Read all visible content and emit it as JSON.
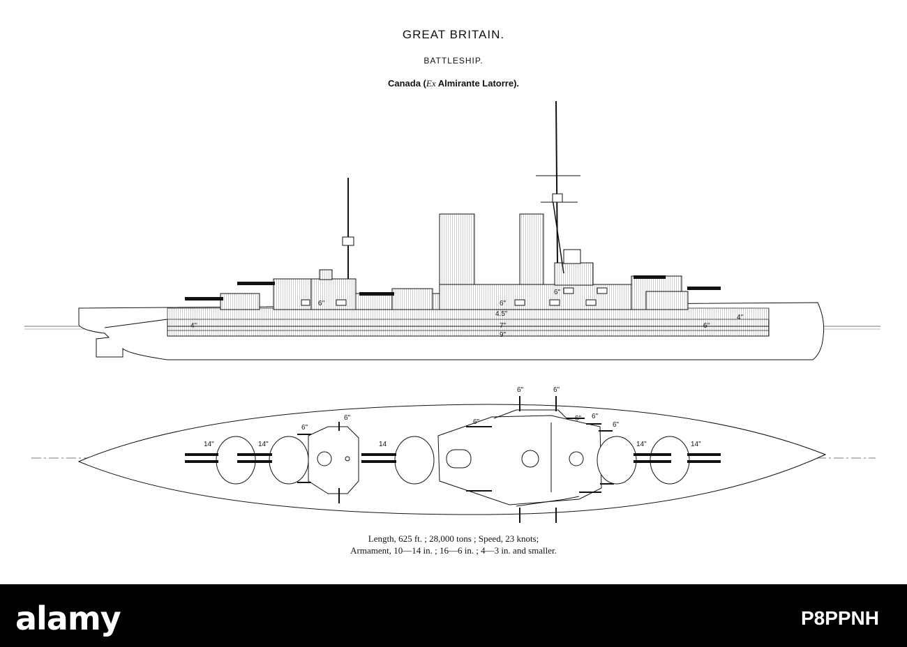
{
  "heading": {
    "country": "GREAT BRITAIN.",
    "ship_type": "BATTLESHIP.",
    "name_prefix": "Canada (",
    "name_italic": "Ex",
    "name_suffix": " Almirante Latorre)."
  },
  "profile_labels": {
    "armor_6_left": "6\"",
    "armor_6_mid": "6\"",
    "armor_6_fwd": "6\"",
    "armor_45": "4.5\"",
    "armor_7": "7\"",
    "armor_9": "9\"",
    "belt_4_aft": "4\"",
    "belt_4_fwd": "4\"",
    "belt_6_fwd": "6\""
  },
  "plan_labels": {
    "g14_a": "14\"",
    "g14_b": "14\"",
    "g14_c": "14",
    "g14_d": "14\"",
    "g14_e": "14\"",
    "s6_a": "6\"",
    "s6_b": "6\"",
    "s6_c": "6\"",
    "s6_d": "6\"",
    "s6_e": "6\"",
    "s6_f": "6\"",
    "s6_g": "6\"",
    "s6_h": "6\""
  },
  "caption": {
    "line1": "Length, 625 ft. ; 28,000 tons ; Speed, 23 knots;",
    "line2": "Armament, 10—14 in. ; 16—6 in. ; 4—3 in. and smaller."
  },
  "footer": {
    "logo": "alamy",
    "stock_id": "P8PPNH"
  },
  "colors": {
    "ink": "#111111",
    "shade": "#e2e2e2",
    "footer_bg": "#000000"
  }
}
